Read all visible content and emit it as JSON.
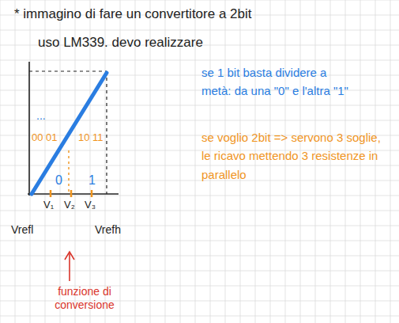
{
  "diagram": {
    "labels": [
      "* immagino di fare un convertitore a 2bit",
      "uso LM339. devo realizzare",
      "...",
      "00",
      "01",
      "10",
      "11",
      "0",
      "1",
      "V₁",
      "V₂",
      "V₃",
      "Vrefl",
      "Vrefh",
      "funzione di conversione",
      "se 1 bit basta dividere a metà: da una \"0\" e l'altra \"1\"",
      "se voglio 2bit => servono 3 soglie, le ricavo mettendo 3 resistenze in parallelo"
    ]
  }
}
